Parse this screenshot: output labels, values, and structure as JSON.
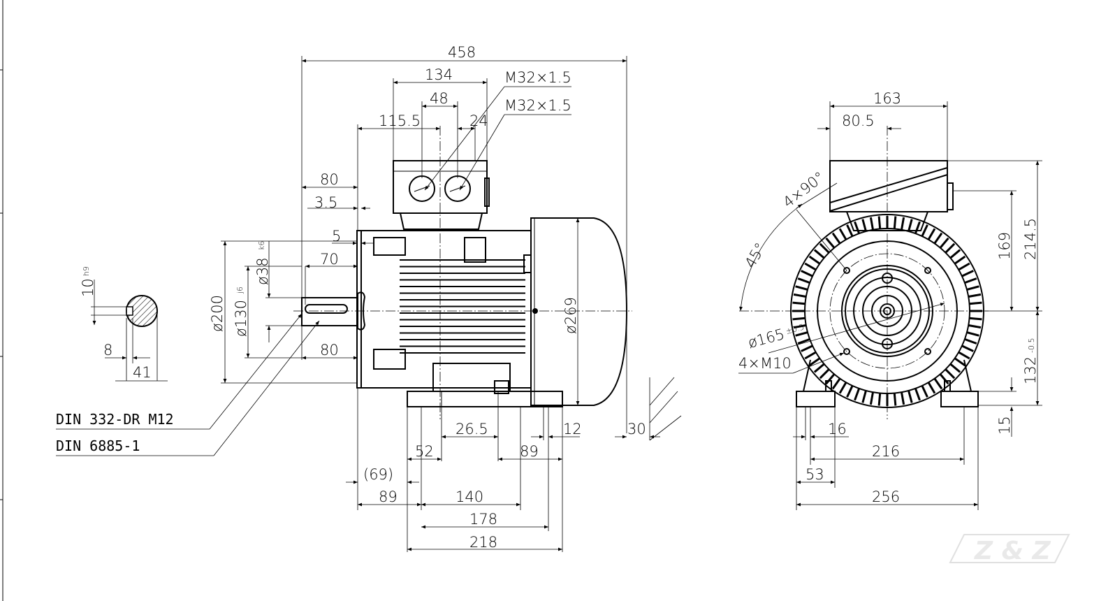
{
  "title": "Electric motor dimension drawing",
  "side_view": {
    "overall_length": "458",
    "terminal_box_width": "134",
    "gland_spacing": "48",
    "gland_thread_1": "M32×1.5",
    "gland_thread_2": "M32×1.5",
    "box_offset": "115.5",
    "box_offset_2": "24",
    "shaft_length_top": "80",
    "shoulder": "3.5",
    "flange_thickness": "5",
    "shaft_dia": "ø38",
    "shaft_dia_tol": "k6",
    "key_length": "70",
    "flange_dia": "ø200",
    "spigot_dia": "ø130",
    "spigot_tol": "j6",
    "shaft_length": "80",
    "body_dia": "ø269",
    "fan_clearance": "30",
    "foot_26_5": "26.5",
    "foot_12": "12",
    "foot_52": "52",
    "foot_89_right": "89",
    "foot_69": "(69)",
    "foot_89_left": "89",
    "foot_140": "140",
    "foot_178": "178",
    "foot_218": "218",
    "note_thread": "DIN 332-DR M12",
    "note_key": "DIN 6885-1"
  },
  "shaft_section": {
    "key_width": "10",
    "key_tol": "h9",
    "key_depth": "8",
    "shaft_height": "41"
  },
  "front_view": {
    "box_width": "163",
    "box_half": "80.5",
    "total_height": "214.5",
    "gland_height": "169",
    "shaft_height": "132",
    "shaft_height_tol": "-0.5",
    "foot_height": "15",
    "foot_hole": "16",
    "foot_span": "216",
    "foot_width": "53",
    "base_width": "256",
    "angle_45": "45°",
    "angle_4x90": "4×90°",
    "pcd": "ø165",
    "pcd_tol": "±0.5",
    "bolt_holes": "4×M10"
  },
  "logo": "ZZ"
}
